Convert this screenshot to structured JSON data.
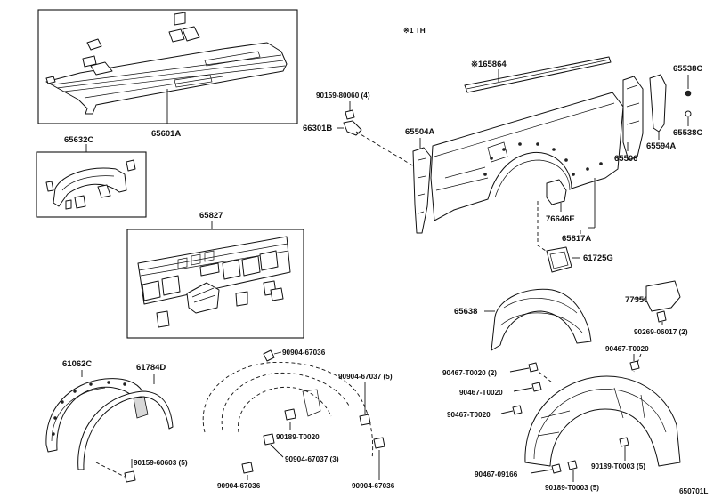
{
  "header": {
    "note": "※1 TH"
  },
  "labels": {
    "p65601A": "65601A",
    "p65632C": "65632C",
    "p65827": "65827",
    "p90159_80060": "90159-80060 (4)",
    "p66301B": "66301B",
    "p65504A": "65504A",
    "p165864": "※165864",
    "p65538C_top": "65538C",
    "p65538C_bot": "65538C",
    "p65594A": "65594A",
    "p65506": "65506",
    "p76646E": "76646E",
    "p65817A": "65817A",
    "p61725G": "61725G",
    "p65638": "65638",
    "p77350D": "77350D",
    "p90269": "90269-06017 (2)",
    "p61062C": "61062C",
    "p61784D": "61784D",
    "p90159_60603": "90159-60603 (5)",
    "p90904_67036_a": "90904-67036",
    "p90904_67037_5": "90904-67037 (5)",
    "p90189_T0020": "90189-T0020",
    "p90904_67037_3": "90904-67037 (3)",
    "p90904_67036_b": "90904-67036",
    "p90904_67036_c": "90904-67036",
    "p90467_T0020_2": "90467-T0020 (2)",
    "p90467_T0020_a": "90467-T0020",
    "p90467_T0020_b": "90467-T0020",
    "p90467_T0020_c": "90467-T0020",
    "p90189_T0003_a": "90189-T0003 (5)",
    "p90189_T0003_b": "90189-T0003 (5)",
    "p90467_09166": "90467-09166"
  },
  "footer": {
    "code": "650701L"
  }
}
